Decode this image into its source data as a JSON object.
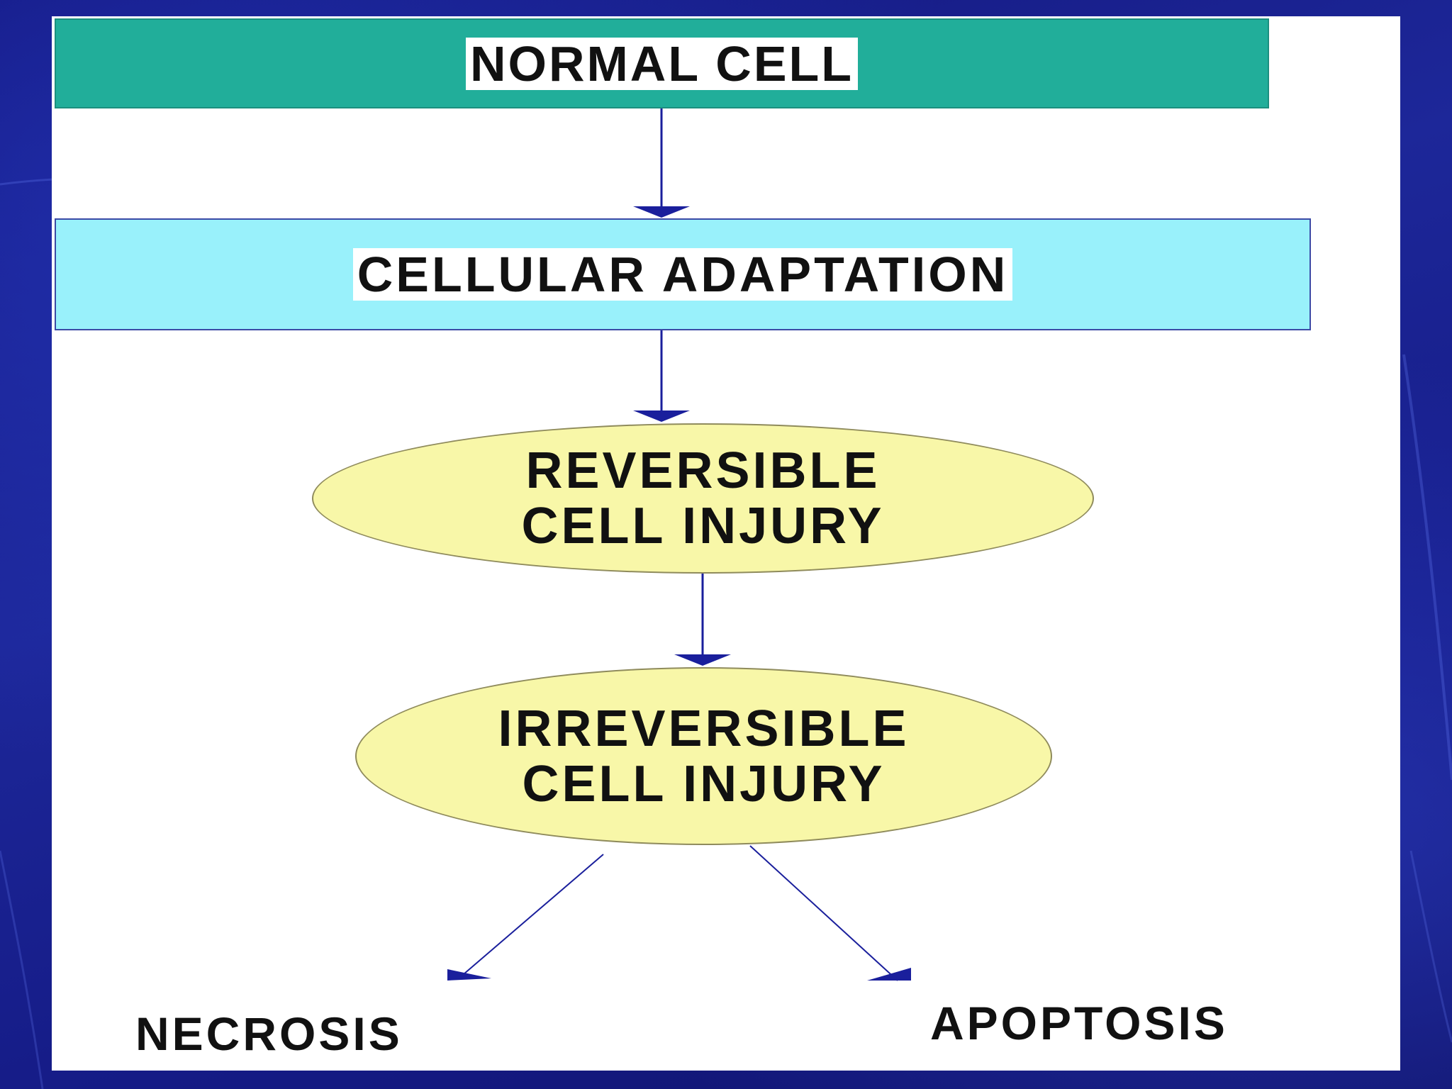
{
  "nodes": {
    "normal_cell": "NORMAL CELL",
    "cellular_adaptation": "CELLULAR ADAPTATION",
    "reversible": {
      "line1": "REVERSIBLE",
      "line2": "CELL INJURY"
    },
    "irreversible": {
      "line1": "IRREVERSIBLE",
      "line2": "CELL INJURY"
    },
    "necrosis": "NECROSIS",
    "apoptosis": "APOPTOSIS"
  },
  "edges": [
    {
      "from": "normal_cell",
      "to": "cellular_adaptation"
    },
    {
      "from": "cellular_adaptation",
      "to": "reversible"
    },
    {
      "from": "reversible",
      "to": "irreversible"
    },
    {
      "from": "irreversible",
      "to": "necrosis"
    },
    {
      "from": "irreversible",
      "to": "apoptosis"
    }
  ],
  "colors": {
    "slide_background": "#1a1f8c",
    "normal_cell_fill": "#21ae9a",
    "adaptation_fill": "#99f1fb",
    "ellipse_fill": "#f8f7a8",
    "arrow": "#1a1f9c"
  }
}
